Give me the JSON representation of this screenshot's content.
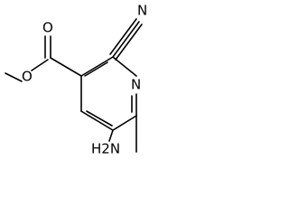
{
  "structure": {
    "atom_labels": {
      "nitrile_n": "N",
      "ring_n": "N",
      "carbonyl_o": "O",
      "ester_o": "O",
      "amino": "H2N"
    }
  }
}
